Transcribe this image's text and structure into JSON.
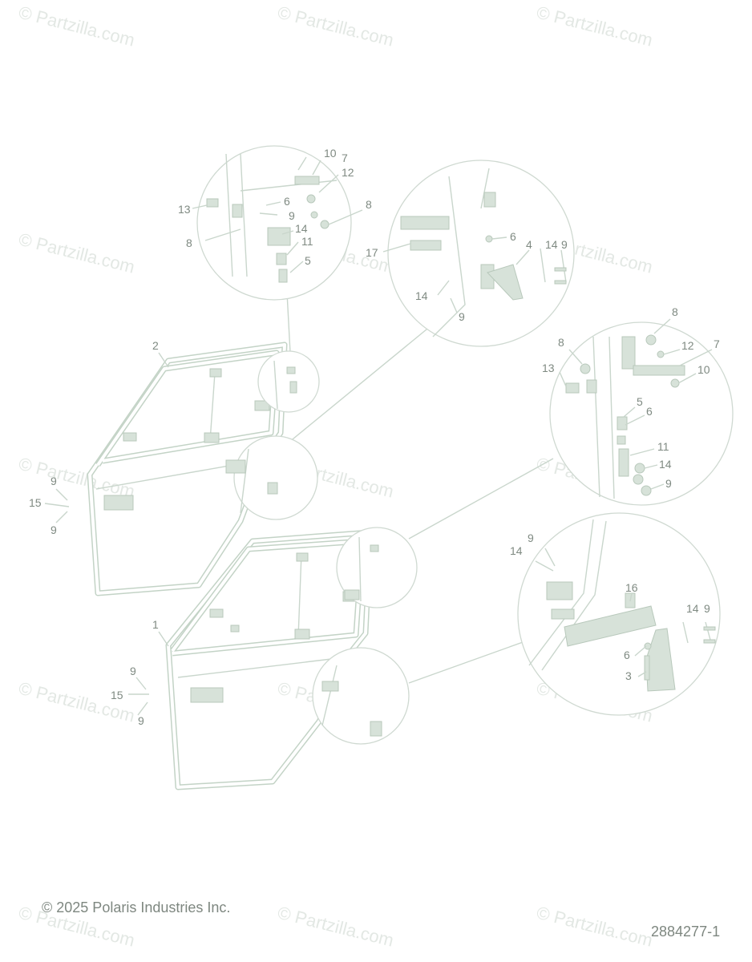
{
  "watermark": {
    "text": "© Partzilla.com"
  },
  "copyright": "© 2025 Polaris Industries Inc.",
  "diagram_id": "2884277-1",
  "callouts": {
    "top_left": [
      "10",
      "7",
      "12",
      "13",
      "6",
      "9",
      "8",
      "8",
      "14",
      "11",
      "5"
    ],
    "top_right": [
      "17",
      "6",
      "4",
      "14",
      "9",
      "14",
      "9"
    ],
    "right_mid": [
      "8",
      "8",
      "12",
      "7",
      "13",
      "10",
      "5",
      "6",
      "11",
      "14",
      "9"
    ],
    "right_low": [
      "9",
      "14",
      "16",
      "14",
      "9",
      "6",
      "3"
    ],
    "upper_door": [
      "2",
      "9",
      "15",
      "9"
    ],
    "lower_door": [
      "1",
      "9",
      "15",
      "9"
    ]
  }
}
